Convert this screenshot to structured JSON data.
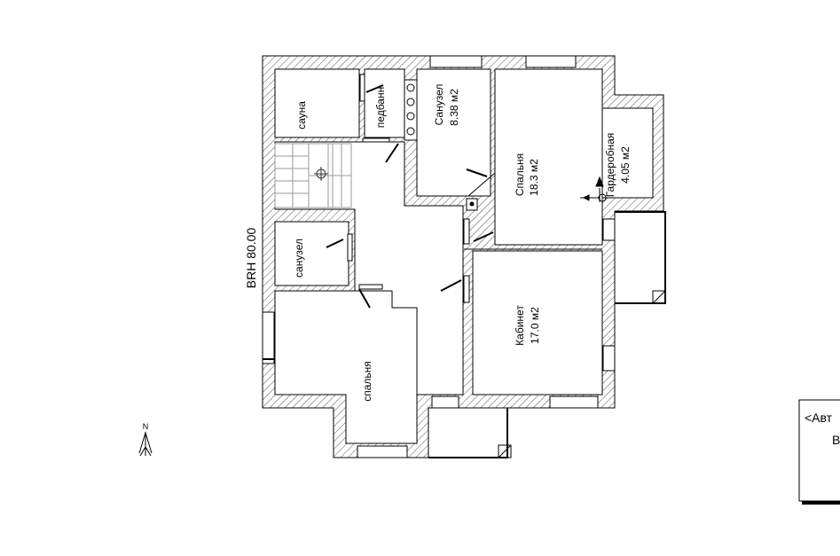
{
  "plan": {
    "elevation_label": "BRH 80.00",
    "north_label": "N",
    "rooms": [
      {
        "id": "sauna",
        "name": "сауна",
        "area": ""
      },
      {
        "id": "pedbannik",
        "name": "педбанн",
        "area": ""
      },
      {
        "id": "sanuzel-1",
        "name": "Санузел",
        "area": "8.38 м2"
      },
      {
        "id": "spalnya-1",
        "name": "Спальня",
        "area": "18.3 м2"
      },
      {
        "id": "garderobnaya",
        "name": "Гардеробная",
        "area": "4.05 м2"
      },
      {
        "id": "sanuzel-2",
        "name": "санузел",
        "area": ""
      },
      {
        "id": "kabinet",
        "name": "Кабинет",
        "area": "17.0 м2"
      },
      {
        "id": "spalnya-2",
        "name": "спальня",
        "area": ""
      }
    ]
  },
  "title_block": {
    "line1": "<Авт",
    "line2": "В"
  },
  "colors": {
    "wall_hatch": "#555555",
    "line": "#000000",
    "background": "#ffffff",
    "stairs": "#9a9a9a"
  }
}
